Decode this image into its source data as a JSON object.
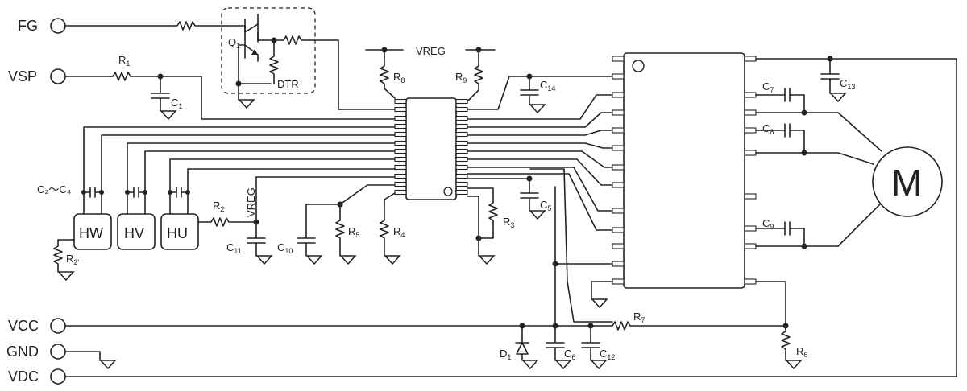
{
  "terminals": {
    "fg": "FG",
    "vsp": "VSP",
    "vcc": "VCC",
    "gnd": "GND",
    "vdc": "VDC"
  },
  "power_labels": {
    "vreg_top": "VREG",
    "vreg_vertical": "VREG"
  },
  "hall_sensors": {
    "hw": "HW",
    "hv": "HV",
    "hu": "HU"
  },
  "motor": "M",
  "transistor": {
    "name": "Q",
    "sub": "1",
    "box_label": "DTR"
  },
  "components": {
    "r1": {
      "name": "R",
      "sub": "1"
    },
    "r2": {
      "name": "R",
      "sub": "2"
    },
    "r2p": {
      "name": "R",
      "sub": "2'"
    },
    "r3": {
      "name": "R",
      "sub": "3"
    },
    "r4": {
      "name": "R",
      "sub": "4"
    },
    "r5": {
      "name": "R",
      "sub": "5"
    },
    "r6": {
      "name": "R",
      "sub": "6"
    },
    "r7": {
      "name": "R",
      "sub": "7"
    },
    "r8": {
      "name": "R",
      "sub": "8"
    },
    "r9": {
      "name": "R",
      "sub": "9"
    },
    "c1": {
      "name": "C",
      "sub": "1"
    },
    "c2c4": {
      "text": "C₂～C₄"
    },
    "c5": {
      "name": "C",
      "sub": "5"
    },
    "c6": {
      "name": "C",
      "sub": "6"
    },
    "c7": {
      "name": "C",
      "sub": "7"
    },
    "c8": {
      "name": "C",
      "sub": "8"
    },
    "c9": {
      "name": "C",
      "sub": "9"
    },
    "c10": {
      "name": "C",
      "sub": "10"
    },
    "c11": {
      "name": "C",
      "sub": "11"
    },
    "c12": {
      "name": "C",
      "sub": "12"
    },
    "c13": {
      "name": "C",
      "sub": "13"
    },
    "c14": {
      "name": "C",
      "sub": "14"
    },
    "d1": {
      "name": "D",
      "sub": "1"
    }
  }
}
